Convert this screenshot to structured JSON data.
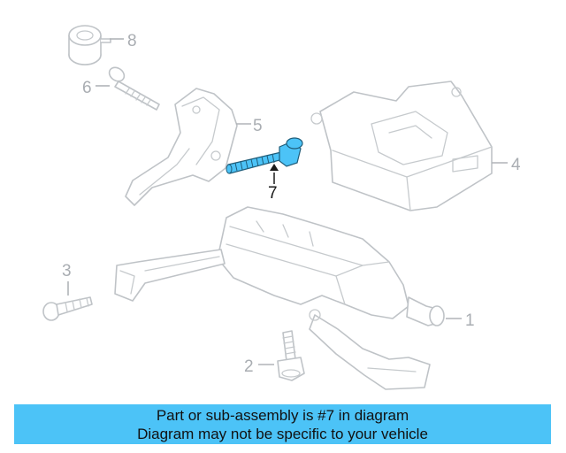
{
  "diagram": {
    "callouts": {
      "c1": "1",
      "c2": "2",
      "c3": "3",
      "c4": "4",
      "c5": "5",
      "c6": "6",
      "c7": "7",
      "c8": "8"
    },
    "highlight_part": "7",
    "highlight_color": "#4cc3f7",
    "line_color": "#bfc3c7"
  },
  "banner": {
    "line1": "Part or sub-assembly is #7 in diagram",
    "line2": "Diagram may not be specific to your vehicle",
    "background": "#4cc3f7"
  }
}
